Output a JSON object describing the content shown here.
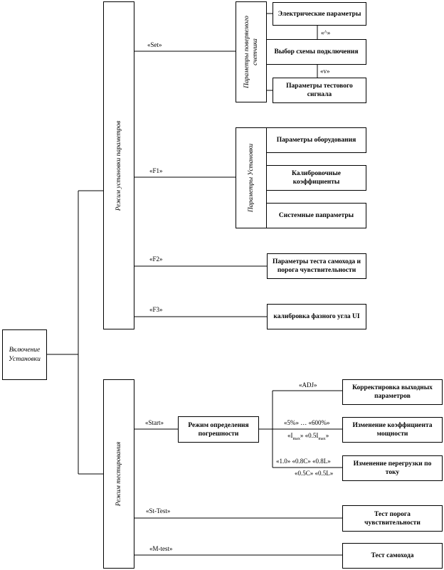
{
  "root": {
    "line1": "Включение",
    "line2": "Установки"
  },
  "mode_settings": {
    "title": "Режим установки параметров"
  },
  "mode_test": {
    "title": "Режим тестирования"
  },
  "group_meter": {
    "line1": "Параметры поверяемого",
    "line2": "счетчика"
  },
  "group_install": {
    "title": "Параметры Установки"
  },
  "nodes": {
    "electrical": "Электрические параметры",
    "scheme": "Выбор схемы подключения",
    "test_signal_1": "Параметры тестового",
    "test_signal_2": "сигнала",
    "equipment": "Параметры оборудования",
    "calib_1": "Калибровочные",
    "calib_2": "коэффициенты",
    "system": "Системные папраметры",
    "creep_1": "Параметры теста самохода и",
    "creep_2": "порога чувствительности",
    "phase": "калибровка фазного угла UI",
    "error_mode_1": "Режим определения",
    "error_mode_2": "погрешности",
    "adjust_1": "Корректировка выходных",
    "adjust_2": "параметров",
    "coef_1": "Изменение коэффициента",
    "coef_2": "мощности",
    "overload_1": "Изменение перегрузки по",
    "overload_2": "току",
    "threshold_1": "Тест порога",
    "threshold_2": "чувствительности",
    "creep_test": "Тест самохода"
  },
  "labels": {
    "set": "«Set»",
    "f1": "«F1»",
    "f2": "«F2»",
    "f3": "«F3»",
    "up": "«^»",
    "down": "«v»",
    "start": "«Start»",
    "st_test": "«St-Test»",
    "m_test": "«M-test»",
    "adj": "«ADJ»",
    "pct": "«5%» … «600%»",
    "imax_open": "«I",
    "imax_sub": "max",
    "imax_mid": "» «0.5I",
    "imax_sub2": "max",
    "imax_close": "»",
    "pf_1": "«1.0» «0.8C» «0.8L»",
    "pf_2": "«0.5C» «0.5L»"
  }
}
